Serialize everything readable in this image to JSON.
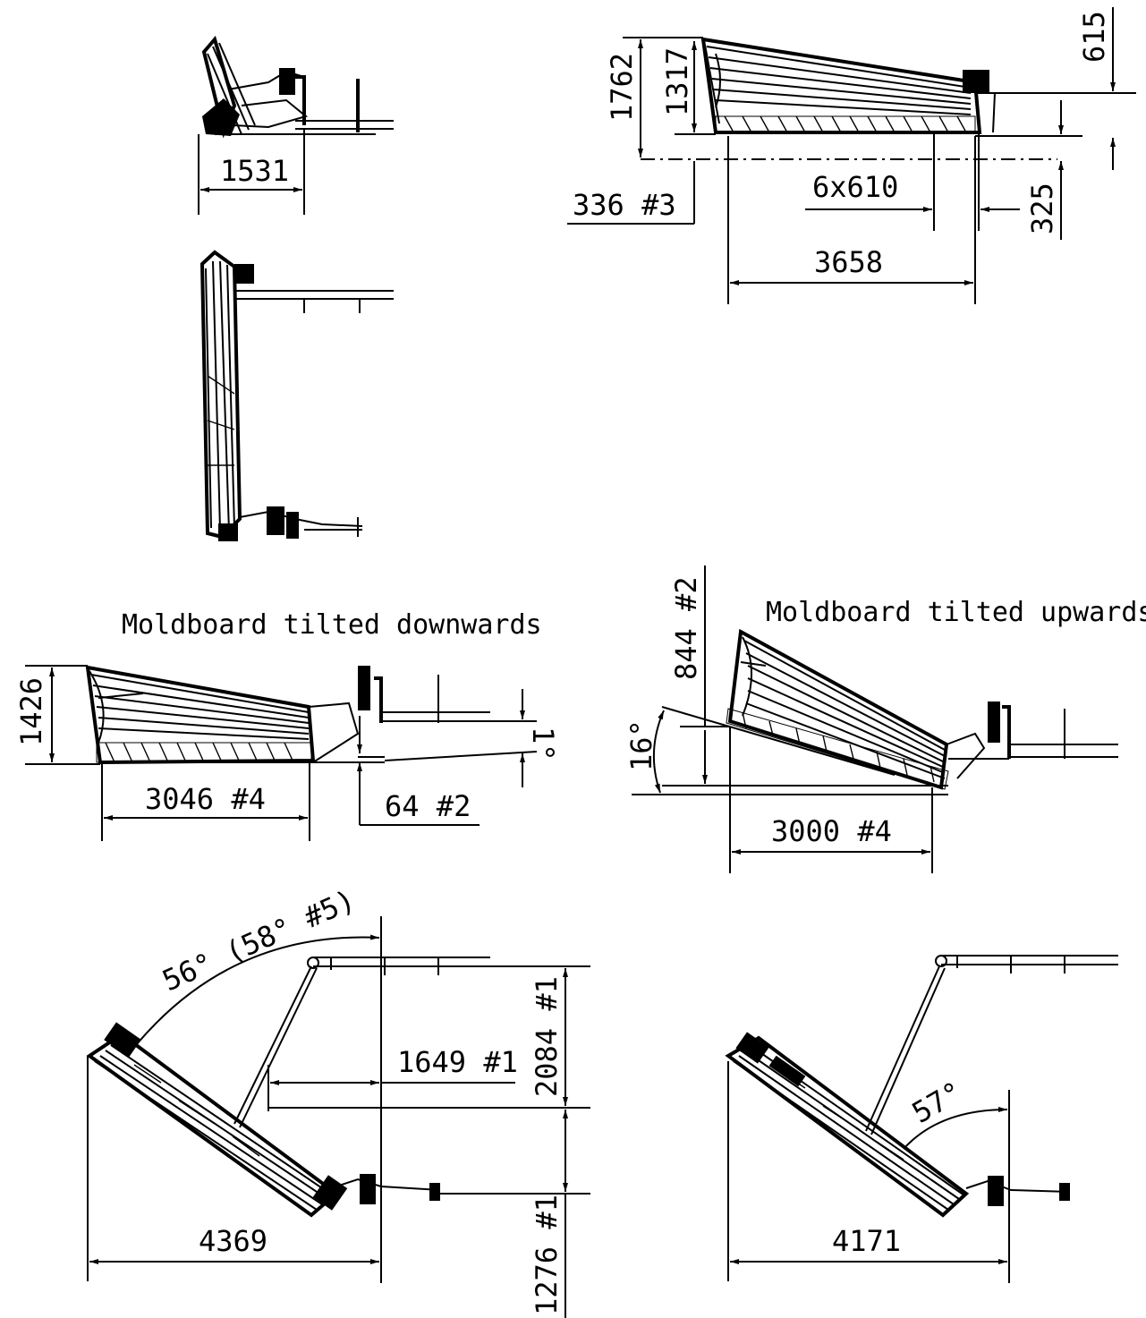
{
  "captions": {
    "tilted_down": "Moldboard tilted downwards",
    "tilted_up": "Moldboard tilted upwards"
  },
  "dims": {
    "d1531": "1531",
    "d1762": "1762",
    "d1317": "1317",
    "d615": "615",
    "d336": "336 #3",
    "d6x610": "6x610",
    "d325": "325",
    "d3658": "3658",
    "d1426": "1426",
    "d3046": "3046 #4",
    "d64": "64 #2",
    "d1deg": "1°",
    "d844": "844 #2",
    "d16deg": "16°",
    "d3000": "3000 #4",
    "d56deg": "56° (58° #5)",
    "d2084": "2084 #1",
    "d1649": "1649 #1",
    "d4369": "4369",
    "d1276": "1276 #1",
    "d57deg": "57°",
    "d4171": "4171"
  }
}
